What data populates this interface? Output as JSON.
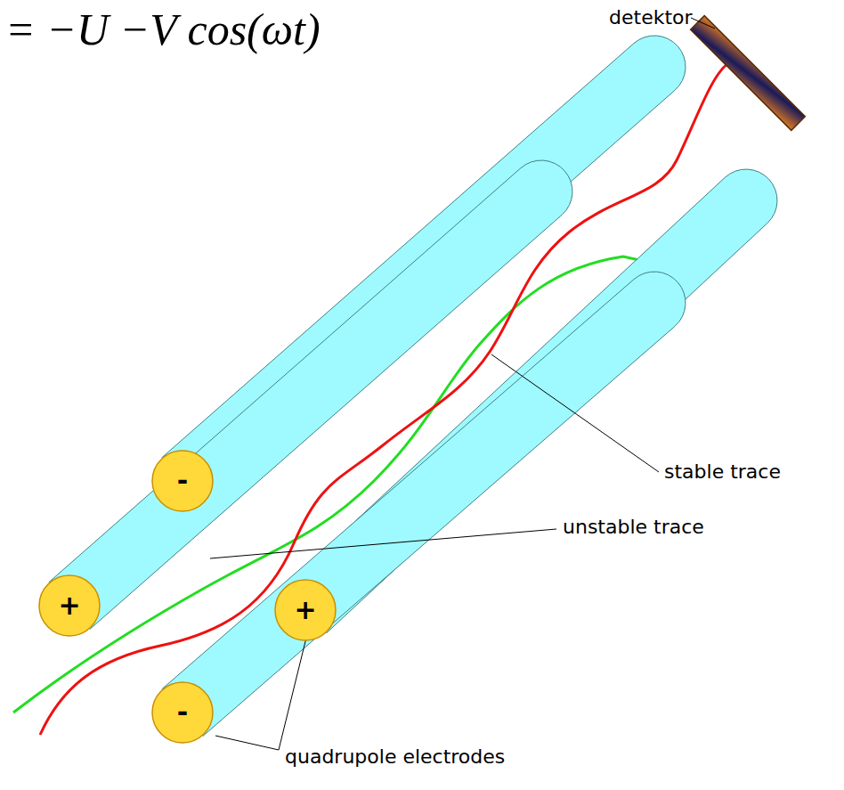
{
  "diagram": {
    "nodes": [
      {
        "text": [
          "-"
        ]
      },
      {
        "text": [
          "+"
        ]
      },
      {
        "text": [
          "+"
        ]
      },
      {
        "text": [
          "-"
        ]
      }
    ],
    "labels": [
      "= −U −V cos(ωt)",
      "detektor",
      "stable trace",
      "unstable trace",
      "quadrupole electrodes"
    ]
  }
}
